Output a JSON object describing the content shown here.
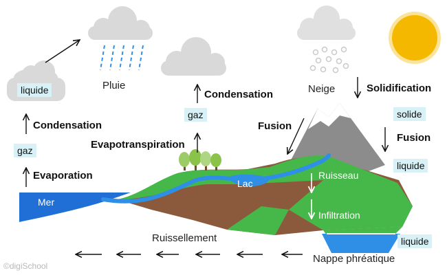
{
  "labels": {
    "pluie": "Pluie",
    "neige": "Neige",
    "condensation_left": "Condensation",
    "evaporation": "Evaporation",
    "condensation_mid": "Condensation",
    "evapotranspiration": "Evapotranspiration",
    "fusion_left": "Fusion",
    "solidification": "Solidification",
    "fusion_right": "Fusion",
    "ruissellement": "Ruissellement",
    "nappe": "Nappe phréatique"
  },
  "states": {
    "liquide_cloud": "liquide",
    "gaz_left": "gaz",
    "gaz_mid": "gaz",
    "solide": "solide",
    "liquide_right": "liquide",
    "liquide_bottom": "liquide"
  },
  "water_labels": {
    "mer": "Mer",
    "lac": "Lac",
    "ruisseau": "Ruisseau",
    "infiltration": "Infiltration"
  },
  "watermark": "©digiSchool",
  "colors": {
    "sea": "#1f6fd6",
    "river": "#2f8fe6",
    "grass": "#46b84a",
    "soil": "#8b5a3c",
    "mountain": "#8c8c8c",
    "sun": "#f5b800",
    "cloud": "#cfcfcf",
    "state_box": "#d7f1f6"
  }
}
